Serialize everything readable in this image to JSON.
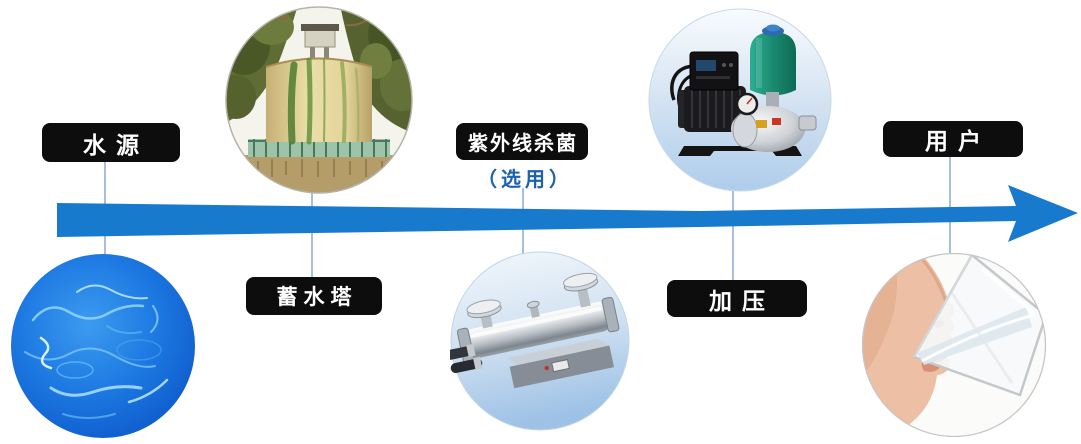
{
  "colors": {
    "canvas_bg": "#ffffff",
    "arrow": "#177acd",
    "label_bg": "#0d0d0d",
    "label_text": "#ffffff",
    "note_text": "#1c60b2",
    "connector": "#a8bedf"
  },
  "stages": [
    {
      "id": "water-source",
      "label": "水源",
      "image": "water-surface-photo"
    },
    {
      "id": "storage-tower",
      "label": "蓄水塔",
      "image": "water-tower-photo"
    },
    {
      "id": "uv-sterilizer",
      "label": "紫外线杀菌",
      "note": "（选用）",
      "image": "uv-sterilizer-photo"
    },
    {
      "id": "pressurization",
      "label": "加压",
      "image": "booster-pump-photo"
    },
    {
      "id": "end-user",
      "label": "用户",
      "image": "person-drinking-photo"
    }
  ]
}
